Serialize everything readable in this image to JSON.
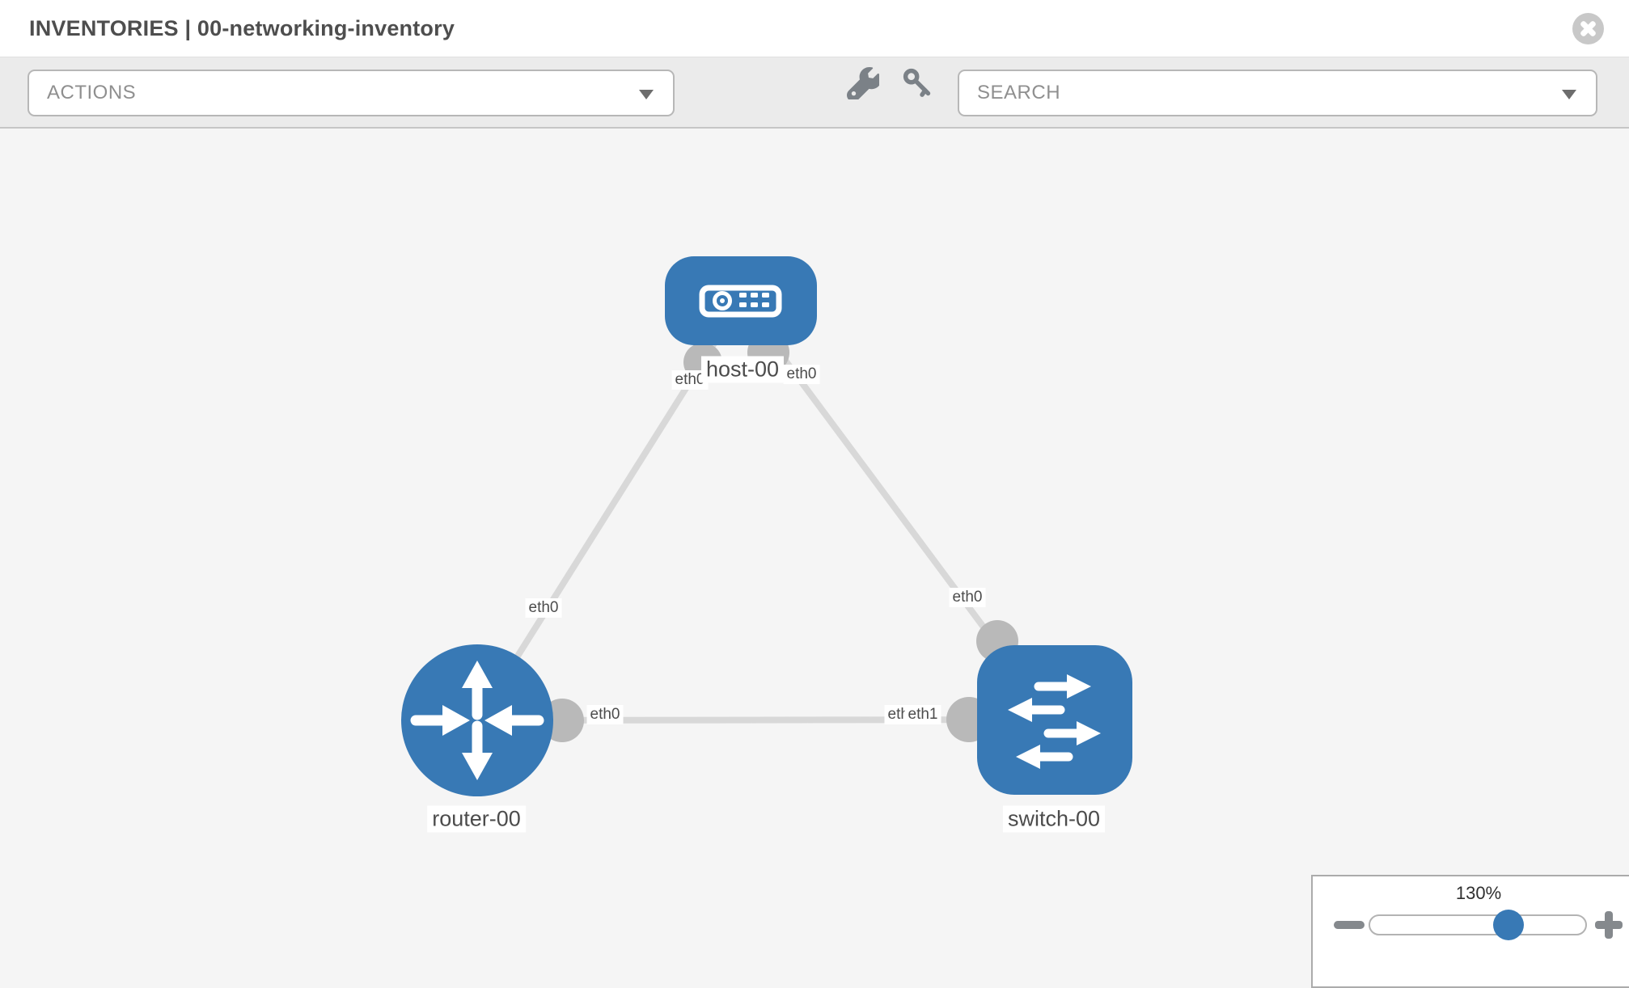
{
  "header": {
    "title": "INVENTORIES | 00-networking-inventory"
  },
  "toolbar": {
    "actions_label": "ACTIONS",
    "search_label": "SEARCH"
  },
  "topology": {
    "node_labels": {
      "host": "host-00",
      "router": "router-00",
      "switch": "switch-00"
    },
    "port_labels": {
      "host_router_host_side": "eth0",
      "host_router_router_side": "eth0",
      "host_switch_host_side": "eth0",
      "host_switch_switch_side": "eth0",
      "router_switch_router_side": "eth0",
      "router_switch_switch_side_back": "eth0",
      "router_switch_switch_side_front": "eth1"
    },
    "links": [
      {
        "from": "host-00",
        "to": "router-00",
        "from_port": "eth0",
        "to_port": "eth0"
      },
      {
        "from": "host-00",
        "to": "switch-00",
        "from_port": "eth0",
        "to_port": "eth0"
      },
      {
        "from": "router-00",
        "to": "switch-00",
        "from_port": "eth0",
        "to_port": "eth1"
      }
    ],
    "colors": {
      "node_blue": "#3879b5",
      "link_gray": "#d8d8d8",
      "connector_gray": "#b9b9b9"
    }
  },
  "zoom_panel": {
    "value": "130%"
  }
}
